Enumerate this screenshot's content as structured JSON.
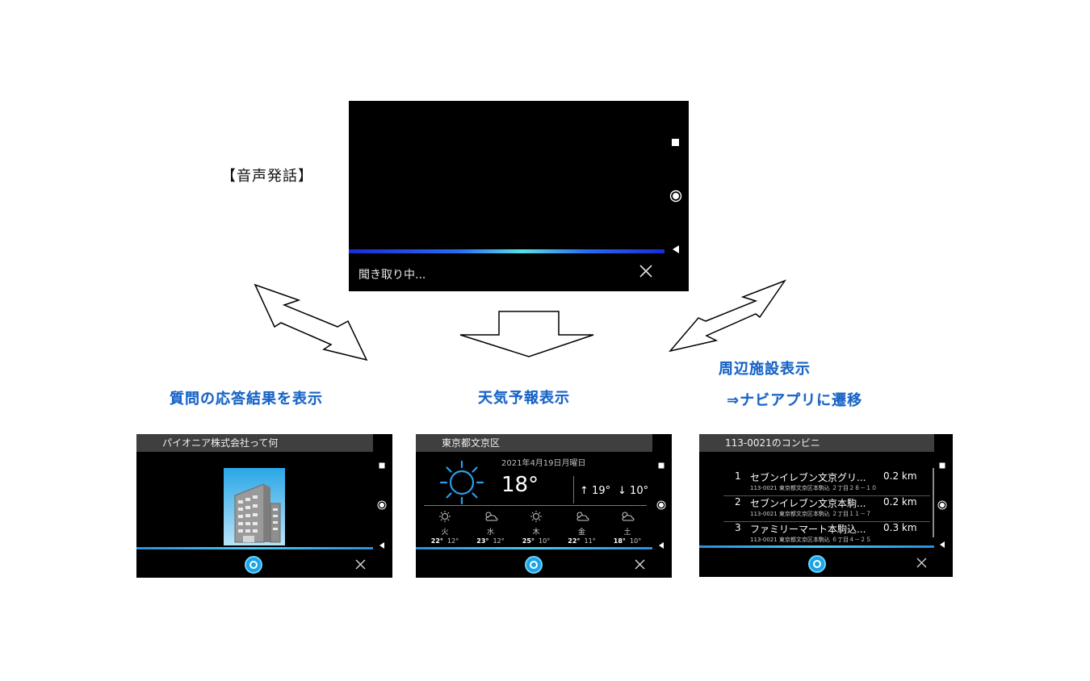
{
  "voice": {
    "label": "【音声発話】",
    "screen": {
      "status_text": "聞き取り中..."
    }
  },
  "captions": {
    "qa": "質問の応答結果を表示",
    "weather": "天気予報表示",
    "poi_line1": "周辺施設表示",
    "poi_line2": "⇒ナビアプリに遷移"
  },
  "qa_screen": {
    "header": "パイオニア株式会社って何"
  },
  "weather_screen": {
    "header": "東京都文京区",
    "date": "2021年4月19日月曜日",
    "temp": "18°",
    "high": "19°",
    "low": "10°",
    "forecast": [
      {
        "day": "火",
        "hi": "22°",
        "lo": "12°",
        "icon": "sun-icon"
      },
      {
        "day": "水",
        "hi": "23°",
        "lo": "12°",
        "icon": "partly-cloudy-icon"
      },
      {
        "day": "木",
        "hi": "25°",
        "lo": "10°",
        "icon": "sun-icon"
      },
      {
        "day": "金",
        "hi": "22°",
        "lo": "11°",
        "icon": "partly-cloudy-icon"
      },
      {
        "day": "土",
        "hi": "18°",
        "lo": "10°",
        "icon": "partly-cloudy-icon"
      }
    ]
  },
  "poi_screen": {
    "header": "113-0021のコンビニ",
    "items": [
      {
        "index": "1",
        "name": "セブンイレブン文京グリ...",
        "distance": "0.2 km",
        "address": "113-0021 東京都文京区本駒込 ２丁目２８－１０"
      },
      {
        "index": "2",
        "name": "セブンイレブン文京本駒...",
        "distance": "0.2 km",
        "address": "113-0021 東京都文京区本駒込 ２丁目１１－７"
      },
      {
        "index": "3",
        "name": "ファミリーマート本駒込...",
        "distance": "0.3 km",
        "address": "113-0021 東京都文京区本駒込 ６丁目４－２５"
      }
    ]
  },
  "colors": {
    "caption": "#1a63c4",
    "screen_bg": "#000000",
    "header_bg": "#3f3f3f",
    "alexa_blue": "#1aa3e8"
  }
}
